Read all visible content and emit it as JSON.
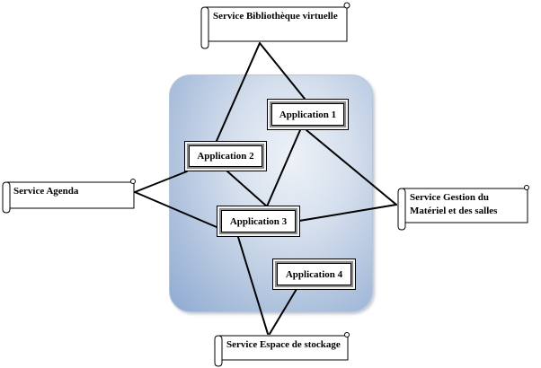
{
  "diagram": {
    "container_label": "",
    "applications": [
      {
        "id": "app1",
        "label": "Application 1"
      },
      {
        "id": "app2",
        "label": "Application 2"
      },
      {
        "id": "app3",
        "label": "Application 3"
      },
      {
        "id": "app4",
        "label": "Application 4"
      }
    ],
    "services": [
      {
        "id": "bibliotheque",
        "label": "Service Bibliothèque virtuelle"
      },
      {
        "id": "agenda",
        "label": "Service Agenda"
      },
      {
        "id": "gestion",
        "label_line1": "Service Gestion du",
        "label_line2": "Matériel et des salles"
      },
      {
        "id": "stockage",
        "label": "Service Espace de stockage"
      }
    ],
    "connections": [
      {
        "from": "bibliotheque",
        "to": "app1"
      },
      {
        "from": "bibliotheque",
        "to": "app2"
      },
      {
        "from": "agenda",
        "to": "app2"
      },
      {
        "from": "agenda",
        "to": "app3"
      },
      {
        "from": "gestion",
        "to": "app1"
      },
      {
        "from": "gestion",
        "to": "app3"
      },
      {
        "from": "stockage",
        "to": "app3"
      },
      {
        "from": "stockage",
        "to": "app4"
      },
      {
        "from": "app1",
        "to": "app3"
      },
      {
        "from": "app2",
        "to": "app3"
      }
    ]
  }
}
